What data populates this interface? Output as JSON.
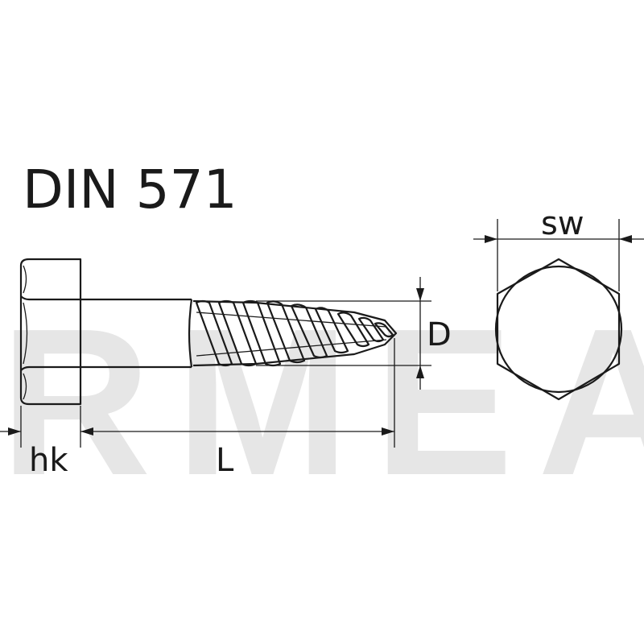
{
  "title": "DIN 571",
  "watermark": "RMEA",
  "dimensions": {
    "hk": "hk",
    "L": "L",
    "D": "D",
    "sw": "sw"
  },
  "colors": {
    "line": "#1a1a1a",
    "watermark": "#e6e6e6",
    "background": "#ffffff"
  }
}
